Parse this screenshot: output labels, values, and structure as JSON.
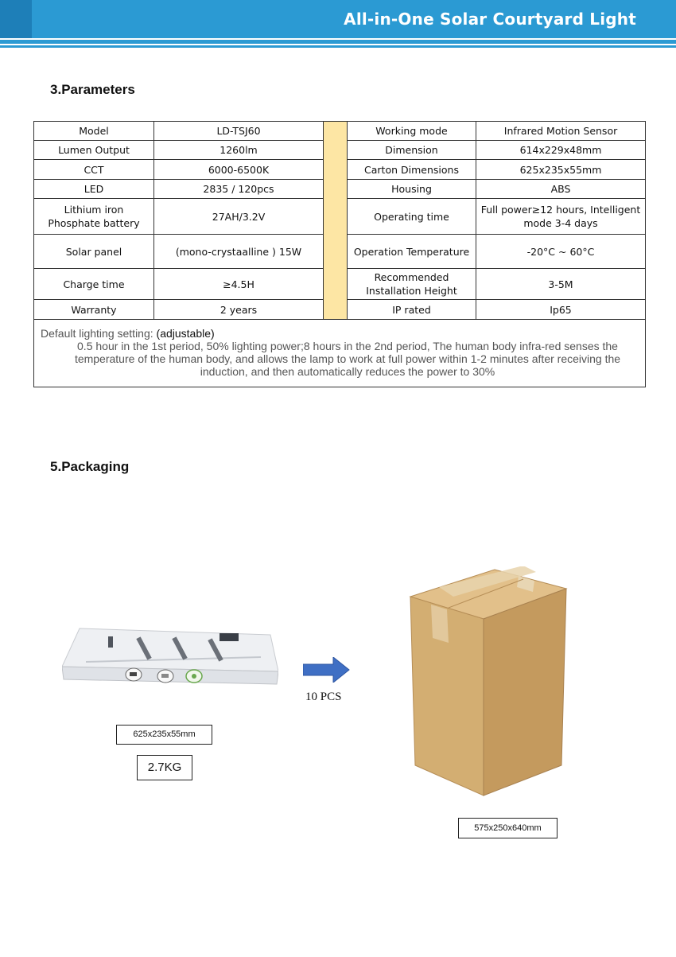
{
  "header": {
    "title": "All-in-One Solar Courtyard Light"
  },
  "parameters": {
    "heading_num": "3",
    "heading_text": ".Parameters",
    "rows": [
      {
        "l_label": "Model",
        "l_value": "LD-TSJ60",
        "r_label": "Working mode",
        "r_value": "Infrared Motion Sensor"
      },
      {
        "l_label": "Lumen Output",
        "l_value": "1260lm",
        "r_label": "Dimension",
        "r_value": "614x229x48mm"
      },
      {
        "l_label": "CCT",
        "l_value": "6000-6500K",
        "r_label": "Carton Dimensions",
        "r_value": "625x235x55mm"
      },
      {
        "l_label": "LED",
        "l_value": "2835 / 120pcs",
        "r_label": "Housing",
        "r_value": "ABS"
      },
      {
        "l_label": "Lithium iron Phosphate battery",
        "l_value": "27AH/3.2V",
        "r_label": "Operating time",
        "r_value": "Full power≥12 hours, Intelligent mode 3-4 days"
      },
      {
        "l_label": "Solar panel",
        "l_value": "(mono-crystaalline ) 15W",
        "r_label": "Operation Temperature",
        "r_value": "-20°C ~ 60°C"
      },
      {
        "l_label": "Charge time",
        "l_value": "≥4.5H",
        "r_label": "Recommended Installation Height",
        "r_value": "3-5M"
      },
      {
        "l_label": "Warranty",
        "l_value": "2 years",
        "r_label": "IP rated",
        "r_value": "Ip65"
      }
    ],
    "note_head": "Default lighting setting: ",
    "note_adjustable": "(adjustable)",
    "note_body": "0.5 hour in the 1st period, 50% lighting power;8 hours in the 2nd period, The human body infra-red senses the temperature of the human body, and allows the lamp to work at full power within 1-2 minutes after receiving the induction, and then automatically reduces the power to 30%"
  },
  "packaging": {
    "heading_num": "5",
    "heading_text": ".Packaging",
    "quantity_label": "10 PCS",
    "box_dimension": "625x235x55mm",
    "box_weight": "2.7KG",
    "carton_dimension": "575x250x640mm"
  },
  "colors": {
    "banner": "#2b9ad3",
    "banner_dark": "#1e7fb8",
    "spacer": "#fde6a4",
    "arrow": "#3f6fc4",
    "carton": "#c9a26a"
  }
}
